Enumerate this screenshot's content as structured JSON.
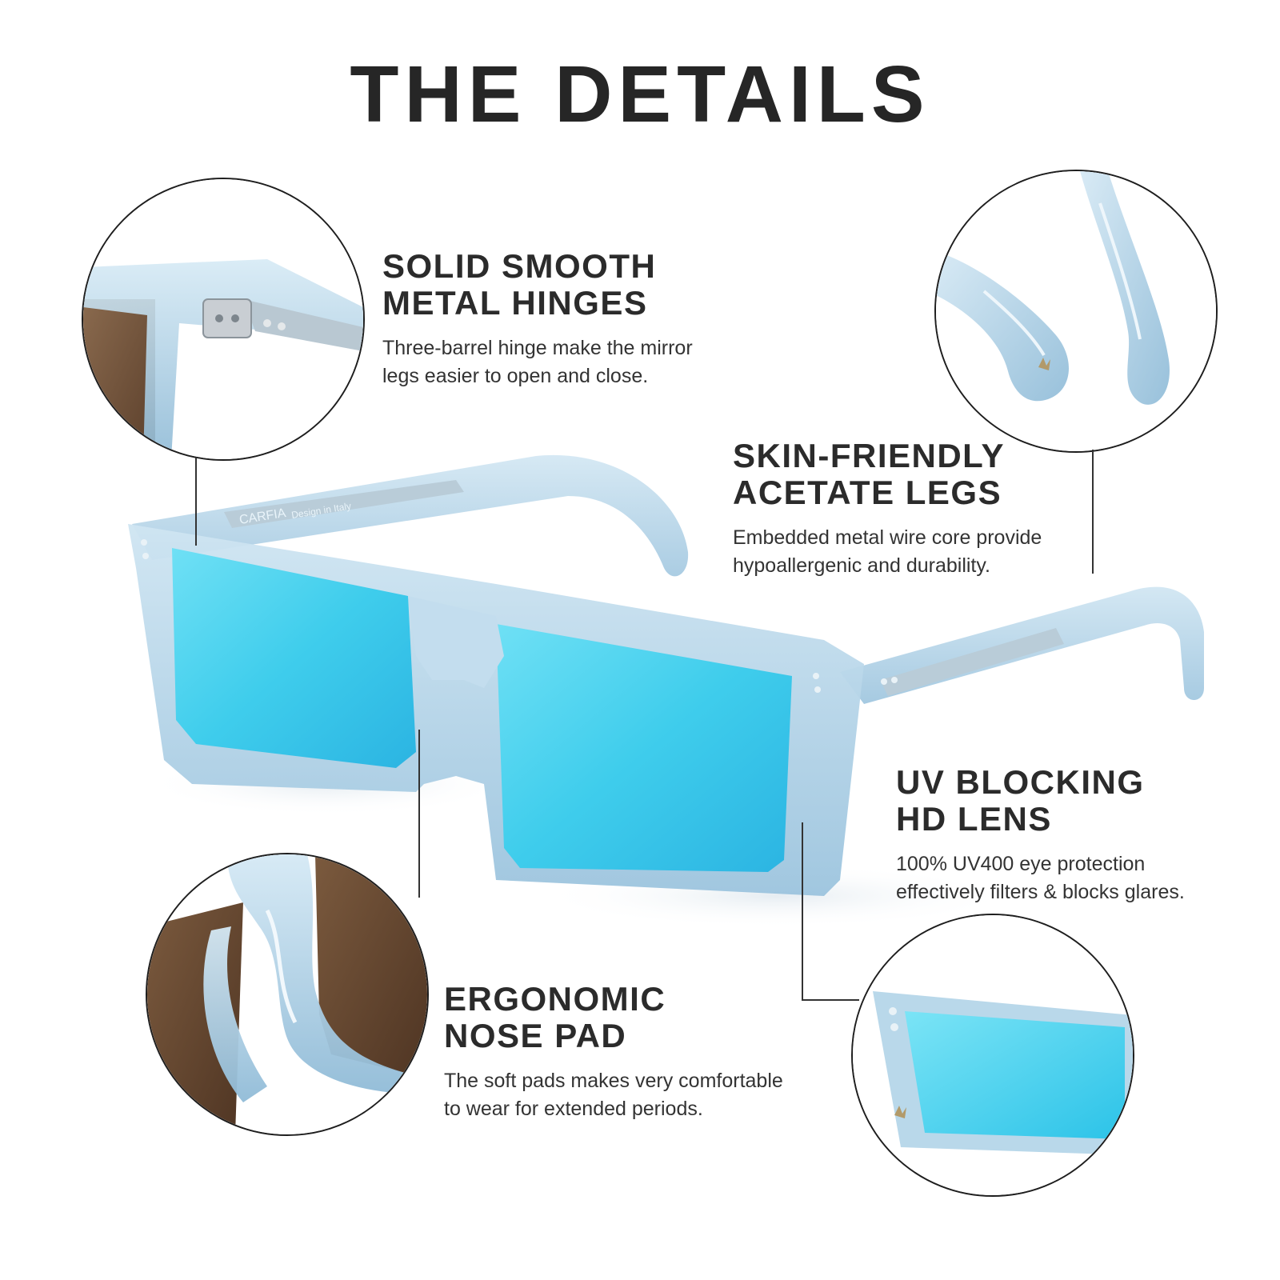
{
  "page": {
    "title": "THE DETAILS"
  },
  "features": {
    "hinges": {
      "title_line1": "SOLID SMOOTH",
      "title_line2": "METAL HINGES",
      "desc_line1": "Three-barrel hinge make the mirror",
      "desc_line2": "legs easier to open and close."
    },
    "legs": {
      "title_line1": "SKIN-FRIENDLY",
      "title_line2": "ACETATE LEGS",
      "desc_line1": "Embedded metal wire core provide",
      "desc_line2": "hypoallergenic and durability."
    },
    "lens": {
      "title_line1": "UV BLOCKING",
      "title_line2": "HD LENS",
      "desc_line1": "100% UV400 eye protection",
      "desc_line2": "effectively filters & blocks glares."
    },
    "nosepad": {
      "title_line1": "ERGONOMIC",
      "title_line2": "NOSE PAD",
      "desc_line1": "The soft pads makes very comfortable",
      "desc_line2": "to wear for extended periods."
    }
  },
  "product": {
    "temple_text": "CARFIA",
    "temple_small_text": "Design in Italy",
    "lens_color": "#4fd2ee",
    "frame_color": "#a9cde3"
  },
  "icons": {
    "hinge_detail": "hinge-closeup-image",
    "temple_tips": "temple-tip-closeup-image",
    "nose_pad": "nose-pad-closeup-image",
    "lens_detail": "lens-closeup-image"
  }
}
